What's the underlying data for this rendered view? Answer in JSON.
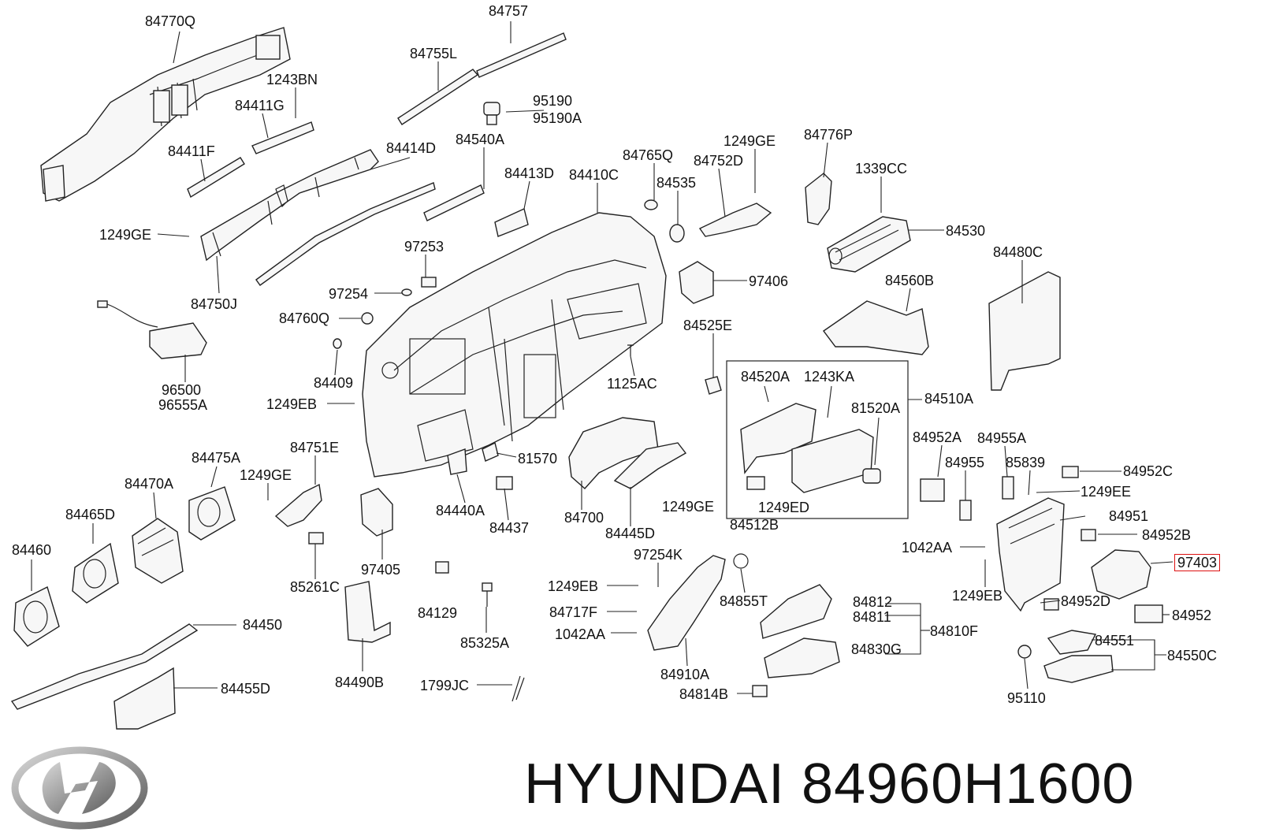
{
  "labels": [
    {
      "id": "p84770Q",
      "text": "84770Q"
    },
    {
      "id": "p84757",
      "text": "84757"
    },
    {
      "id": "p84755L",
      "text": "84755L"
    },
    {
      "id": "p1243BN",
      "text": "1243BN"
    },
    {
      "id": "p84411G",
      "text": "84411G"
    },
    {
      "id": "p95190",
      "text": "95190"
    },
    {
      "id": "p95190A",
      "text": "95190A"
    },
    {
      "id": "p84411F",
      "text": "84411F"
    },
    {
      "id": "p84414D",
      "text": "84414D"
    },
    {
      "id": "p84540A",
      "text": "84540A"
    },
    {
      "id": "p84765Q",
      "text": "84765Q"
    },
    {
      "id": "p1249GE_a",
      "text": "1249GE"
    },
    {
      "id": "p84776P",
      "text": "84776P"
    },
    {
      "id": "p84752D",
      "text": "84752D"
    },
    {
      "id": "p84413D",
      "text": "84413D"
    },
    {
      "id": "p84410C",
      "text": "84410C"
    },
    {
      "id": "p84535",
      "text": "84535"
    },
    {
      "id": "p1339CC",
      "text": "1339CC"
    },
    {
      "id": "p1249GE_b",
      "text": "1249GE"
    },
    {
      "id": "p84530",
      "text": "84530"
    },
    {
      "id": "p97253",
      "text": "97253"
    },
    {
      "id": "p84480C",
      "text": "84480C"
    },
    {
      "id": "p97406",
      "text": "97406"
    },
    {
      "id": "p84750J",
      "text": "84750J"
    },
    {
      "id": "p97254",
      "text": "97254"
    },
    {
      "id": "p84560B",
      "text": "84560B"
    },
    {
      "id": "p84760Q",
      "text": "84760Q"
    },
    {
      "id": "p84525E",
      "text": "84525E"
    },
    {
      "id": "p96500",
      "text": "96500"
    },
    {
      "id": "p96555A",
      "text": "96555A"
    },
    {
      "id": "p84409",
      "text": "84409"
    },
    {
      "id": "p1125AC",
      "text": "1125AC"
    },
    {
      "id": "p84520A",
      "text": "84520A"
    },
    {
      "id": "p1243KA",
      "text": "1243KA"
    },
    {
      "id": "p1249EB_a",
      "text": "1249EB"
    },
    {
      "id": "p84510A",
      "text": "84510A"
    },
    {
      "id": "p81520A",
      "text": "81520A"
    },
    {
      "id": "p84475A",
      "text": "84475A"
    },
    {
      "id": "p84751E",
      "text": "84751E"
    },
    {
      "id": "p81570",
      "text": "81570"
    },
    {
      "id": "p84952A",
      "text": "84952A"
    },
    {
      "id": "p84955A",
      "text": "84955A"
    },
    {
      "id": "p84470A",
      "text": "84470A"
    },
    {
      "id": "p1249GE_c",
      "text": "1249GE"
    },
    {
      "id": "p84955",
      "text": "84955"
    },
    {
      "id": "p85839",
      "text": "85839"
    },
    {
      "id": "p84952C",
      "text": "84952C"
    },
    {
      "id": "p84465D",
      "text": "84465D"
    },
    {
      "id": "p84440A",
      "text": "84440A"
    },
    {
      "id": "p1249GE_d",
      "text": "1249GE"
    },
    {
      "id": "p1249ED",
      "text": "1249ED"
    },
    {
      "id": "p1249EE",
      "text": "1249EE"
    },
    {
      "id": "p84437",
      "text": "84437"
    },
    {
      "id": "p84700",
      "text": "84700"
    },
    {
      "id": "p84512B",
      "text": "84512B"
    },
    {
      "id": "p84951",
      "text": "84951"
    },
    {
      "id": "p84460",
      "text": "84460"
    },
    {
      "id": "p84445D",
      "text": "84445D"
    },
    {
      "id": "p84952B",
      "text": "84952B"
    },
    {
      "id": "p97254K",
      "text": "97254K"
    },
    {
      "id": "p1042AA_a",
      "text": "1042AA"
    },
    {
      "id": "p97405",
      "text": "97405"
    },
    {
      "id": "p97403",
      "text": "97403"
    },
    {
      "id": "p85261C",
      "text": "85261C"
    },
    {
      "id": "p1249EB_b",
      "text": "1249EB"
    },
    {
      "id": "p1249EB_c",
      "text": "1249EB"
    },
    {
      "id": "p84855T",
      "text": "84855T"
    },
    {
      "id": "p84952D",
      "text": "84952D"
    },
    {
      "id": "p84812",
      "text": "84812"
    },
    {
      "id": "p84129",
      "text": "84129"
    },
    {
      "id": "p84717F",
      "text": "84717F"
    },
    {
      "id": "p84811",
      "text": "84811"
    },
    {
      "id": "p84952",
      "text": "84952"
    },
    {
      "id": "p84450",
      "text": "84450"
    },
    {
      "id": "p84810F",
      "text": "84810F"
    },
    {
      "id": "p1042AA_b",
      "text": "1042AA"
    },
    {
      "id": "p84551",
      "text": "84551"
    },
    {
      "id": "p85325A",
      "text": "85325A"
    },
    {
      "id": "p84830G",
      "text": "84830G"
    },
    {
      "id": "p84550C",
      "text": "84550C"
    },
    {
      "id": "p84910A",
      "text": "84910A"
    },
    {
      "id": "p84490B",
      "text": "84490B"
    },
    {
      "id": "p1799JC",
      "text": "1799JC"
    },
    {
      "id": "p84455D",
      "text": "84455D"
    },
    {
      "id": "p84814B",
      "text": "84814B"
    },
    {
      "id": "p95110",
      "text": "95110"
    }
  ],
  "highlighted_part": "97403",
  "brand_line": "HYUNDAI 84960H1600",
  "icons": {
    "logo": "hyundai-logo-icon"
  },
  "colors": {
    "highlight": "#dd1111",
    "ink": "#222222"
  }
}
